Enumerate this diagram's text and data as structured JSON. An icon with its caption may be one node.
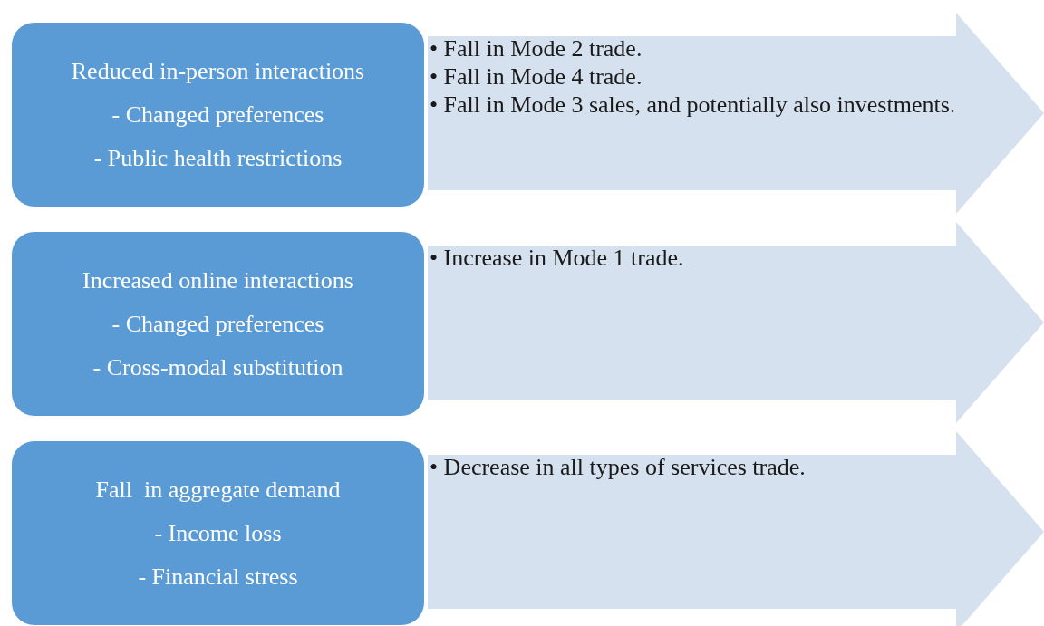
{
  "diagram": {
    "nodes": [
      {
        "text": [
          "Reduced in-person interactions",
          "- Changed preferences",
          "- Public health restrictions"
        ]
      },
      {
        "text": [
          "• Fall in Mode 2 trade.",
          "• Fall in Mode 4 trade.",
          "• Fall in Mode 3 sales, and potentially also investments."
        ]
      },
      {
        "text": [
          "Increased online interactions",
          "- Changed preferences",
          "- Cross-modal substitution"
        ]
      },
      {
        "text": [
          "• Increase in Mode 1 trade."
        ]
      },
      {
        "text": [
          "Fall  in aggregate demand",
          "- Income loss",
          "- Financial stress"
        ]
      },
      {
        "text": [
          "• Decrease in all types of services trade."
        ]
      }
    ]
  }
}
